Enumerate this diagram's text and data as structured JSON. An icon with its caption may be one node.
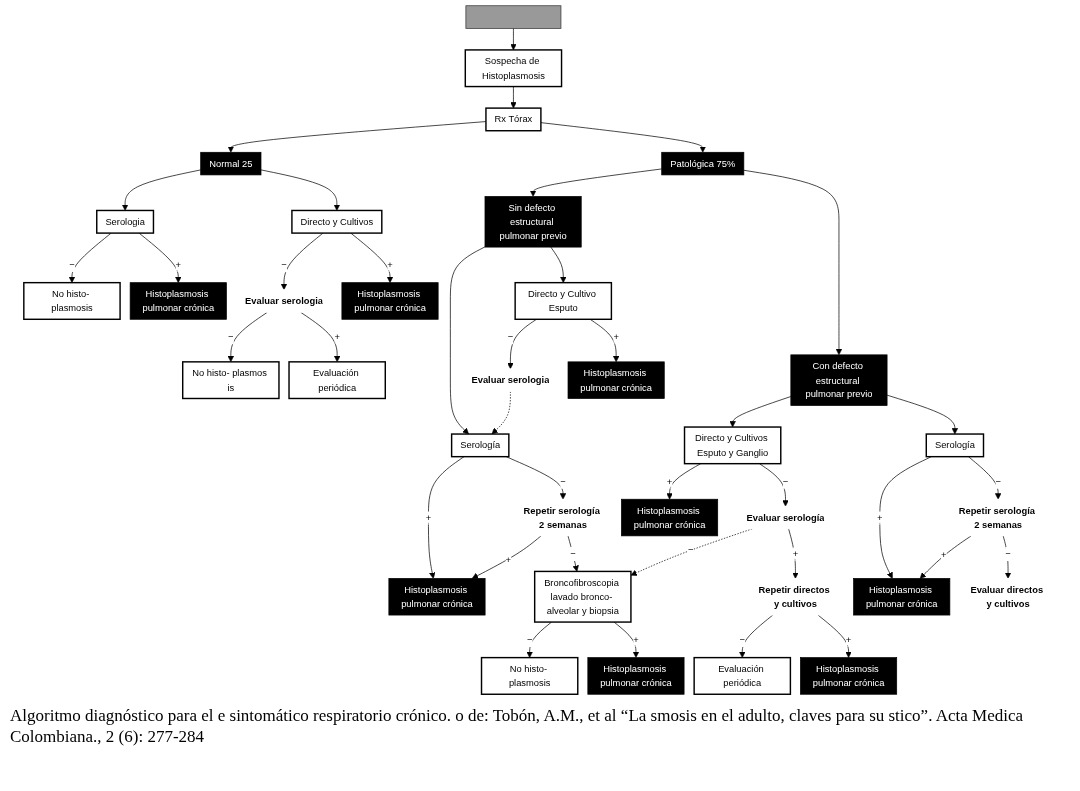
{
  "diagram": {
    "caption": "Algoritmo diagnóstico para el e sintomático respiratorio crónico. o de: Tobón, A.M., et al “La smosis en el adulto, claves para su stico”. Acta Medica Colombiana., 2 (6): 277-284",
    "nodes": [
      {
        "text": [],
        "shape": "bar"
      },
      {
        "text": [
          "Sospecha de Histoplasmosis"
        ]
      },
      {
        "text": [
          "Rx Tórax"
        ]
      },
      {
        "text": [
          "Normal 25"
        ]
      },
      {
        "text": [
          "Patológica 75%"
        ]
      },
      {
        "text": [
          "Serologia"
        ]
      },
      {
        "text": [
          "Directo y Cultivos"
        ]
      },
      {
        "text": [
          "No histo- plasmosis"
        ]
      },
      {
        "text": [
          "Histoplasmosis pulmonar crónica"
        ]
      },
      {
        "text": [
          "Evaluar serologia"
        ]
      },
      {
        "text": [
          "Histoplasmosis pulmonar crónica"
        ]
      },
      {
        "text": [
          "No histo- plasmos is"
        ]
      },
      {
        "text": [
          "Evaluación periódica"
        ]
      },
      {
        "text": [
          "Sin defecto estructural pulmonar previo"
        ]
      },
      {
        "text": [
          "Con defecto estructural pulmonar previo"
        ]
      },
      {
        "text": [
          "Directo y Cultivo Esputo"
        ]
      },
      {
        "text": [
          "Serología"
        ]
      },
      {
        "text": [
          "Evaluar serologia"
        ]
      },
      {
        "text": [
          "Histoplasmosis pulmonar crónica"
        ]
      },
      {
        "text": [
          "Repetir serología 2 semanas"
        ]
      },
      {
        "text": [
          "Histoplasmosis pulmonar crónica"
        ]
      },
      {
        "text": [
          "Broncofibroscopia lavado bronco- alveolar y biopsia"
        ]
      },
      {
        "text": [
          "No histo- plasmosis"
        ]
      },
      {
        "text": [
          "Histoplasmosis pulmonar crónica"
        ]
      },
      {
        "text": [
          "Directo y Cultivos Esputo y Ganglio"
        ]
      },
      {
        "text": [
          "Serología"
        ]
      },
      {
        "text": [
          "Evaluar serología"
        ]
      },
      {
        "text": [
          "Histoplasmosis pulmonar crónica"
        ]
      },
      {
        "text": [
          "Repetir directos y cultivos"
        ]
      },
      {
        "text": [
          "Evaluación periódica"
        ]
      },
      {
        "text": [
          "Histoplasmosis pulmonar crónica"
        ]
      },
      {
        "text": [
          "Repetir serología 2 semanas"
        ]
      },
      {
        "text": [
          "Histoplasmosis pulmonar crónica"
        ]
      },
      {
        "text": [
          "Evaluar directos y cultivos"
        ]
      }
    ],
    "edges": [
      {
        "from": 0,
        "to": 1,
        "arrow": "to"
      },
      {
        "from": 1,
        "to": 2,
        "arrow": "to"
      },
      {
        "from": 2,
        "to": 3,
        "arrow": "to"
      },
      {
        "from": 2,
        "to": 4,
        "arrow": "to"
      },
      {
        "from": 3,
        "to": 5,
        "arrow": "to"
      },
      {
        "from": 3,
        "to": 6,
        "arrow": "to"
      },
      {
        "from": 5,
        "to": 7,
        "label": "−",
        "arrow": "to"
      },
      {
        "from": 5,
        "to": 8,
        "label": "+",
        "arrow": "to"
      },
      {
        "from": 6,
        "to": 9,
        "label": "−",
        "arrow": "to"
      },
      {
        "from": 6,
        "to": 10,
        "label": "+",
        "arrow": "to"
      },
      {
        "from": 9,
        "to": 11,
        "label": "−",
        "arrow": "to"
      },
      {
        "from": 9,
        "to": 12,
        "label": "+",
        "arrow": "to"
      },
      {
        "from": 4,
        "to": 13,
        "arrow": "to"
      },
      {
        "from": 4,
        "to": 14,
        "arrow": "to"
      },
      {
        "from": 13,
        "to": 15,
        "arrow": "to"
      },
      {
        "from": 13,
        "to": 16,
        "arrow": "to"
      },
      {
        "from": 15,
        "to": 17,
        "label": "−",
        "arrow": "to"
      },
      {
        "from": 15,
        "to": 18,
        "label": "+",
        "arrow": "to"
      },
      {
        "from": 17,
        "to": 16,
        "arrow": "to",
        "style": "dashed"
      },
      {
        "from": 16,
        "to": 19,
        "label": "−",
        "arrow": "to"
      },
      {
        "from": 16,
        "to": 20,
        "label": "+",
        "arrow": "to"
      },
      {
        "from": 19,
        "to": 21,
        "label": "−",
        "arrow": "to"
      },
      {
        "from": 19,
        "to": 20,
        "label": "+",
        "arrow": "to"
      },
      {
        "from": 21,
        "to": 22,
        "label": "−",
        "arrow": "to"
      },
      {
        "from": 21,
        "to": 23,
        "label": "+",
        "arrow": "to"
      },
      {
        "from": 14,
        "to": 24,
        "arrow": "to"
      },
      {
        "from": 14,
        "to": 25,
        "arrow": "to"
      },
      {
        "from": 24,
        "to": 26,
        "label": "−",
        "arrow": "to"
      },
      {
        "from": 24,
        "to": 27,
        "label": "+",
        "arrow": "to"
      },
      {
        "from": 26,
        "to": 21,
        "label": "−",
        "arrow": "to",
        "style": "dashed"
      },
      {
        "from": 26,
        "to": 28,
        "label": "+",
        "arrow": "to"
      },
      {
        "from": 28,
        "to": 29,
        "label": "−",
        "arrow": "to"
      },
      {
        "from": 28,
        "to": 30,
        "label": "+",
        "arrow": "to"
      },
      {
        "from": 25,
        "to": 31,
        "label": "−",
        "arrow": "to"
      },
      {
        "from": 25,
        "to": 32,
        "label": "+",
        "arrow": "to"
      },
      {
        "from": 31,
        "to": 33,
        "label": "−",
        "arrow": "to"
      },
      {
        "from": 31,
        "to": 32,
        "label": "+",
        "arrow": "to"
      }
    ]
  }
}
